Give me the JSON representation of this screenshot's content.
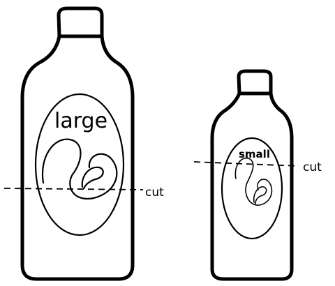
{
  "labels": {
    "large": "large",
    "small": "small",
    "cut_left": "cut",
    "cut_right": "cut"
  }
}
